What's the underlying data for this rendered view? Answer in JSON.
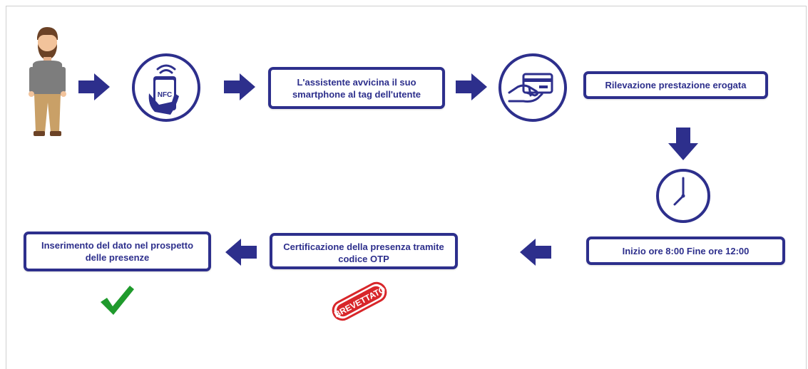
{
  "colors": {
    "primary": "#2d2f8c",
    "check": "#1f9a2c",
    "stamp": "#d8262a"
  },
  "steps": {
    "nfc_label": "NFC",
    "step1_line1": "L'assistente avvicina il suo",
    "step1_line2": "smartphone al tag dell'utente",
    "step2": "Rilevazione prestazione erogata",
    "step3": "Inizio ore 8:00 Fine ore 12:00",
    "step4_line1": "Certificazione della presenza tramite",
    "step4_line2": "codice OTP",
    "step5_line1": "Inserimento del dato nel prospetto",
    "step5_line2": "delle presenze",
    "stamp_text": "BREVETTATO"
  }
}
